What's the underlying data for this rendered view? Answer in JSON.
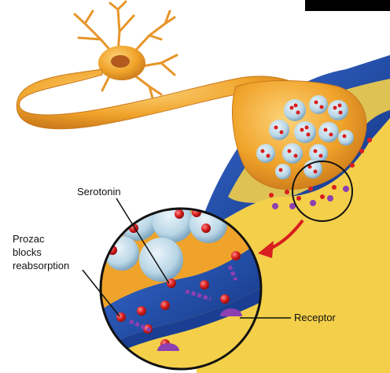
{
  "labels": {
    "serotonin": "Serotonin",
    "prozac_line1": "Prozac",
    "prozac_line2": "blocks",
    "prozac_line3": "reabsorption",
    "receptor": "Receptor"
  },
  "colors": {
    "neuron": "#f0a32a",
    "neuron_dark": "#c9781a",
    "membrane": "#1f4fb3",
    "membrane_dark": "#0f2f7a",
    "tissue": "#f3cf4a",
    "vesicle": "#b9d6e6",
    "serotonin": "#d81e1e",
    "receptor": "#8e3fb0",
    "arrow": "#d81e1e",
    "nucleus": "#b35a1e"
  }
}
